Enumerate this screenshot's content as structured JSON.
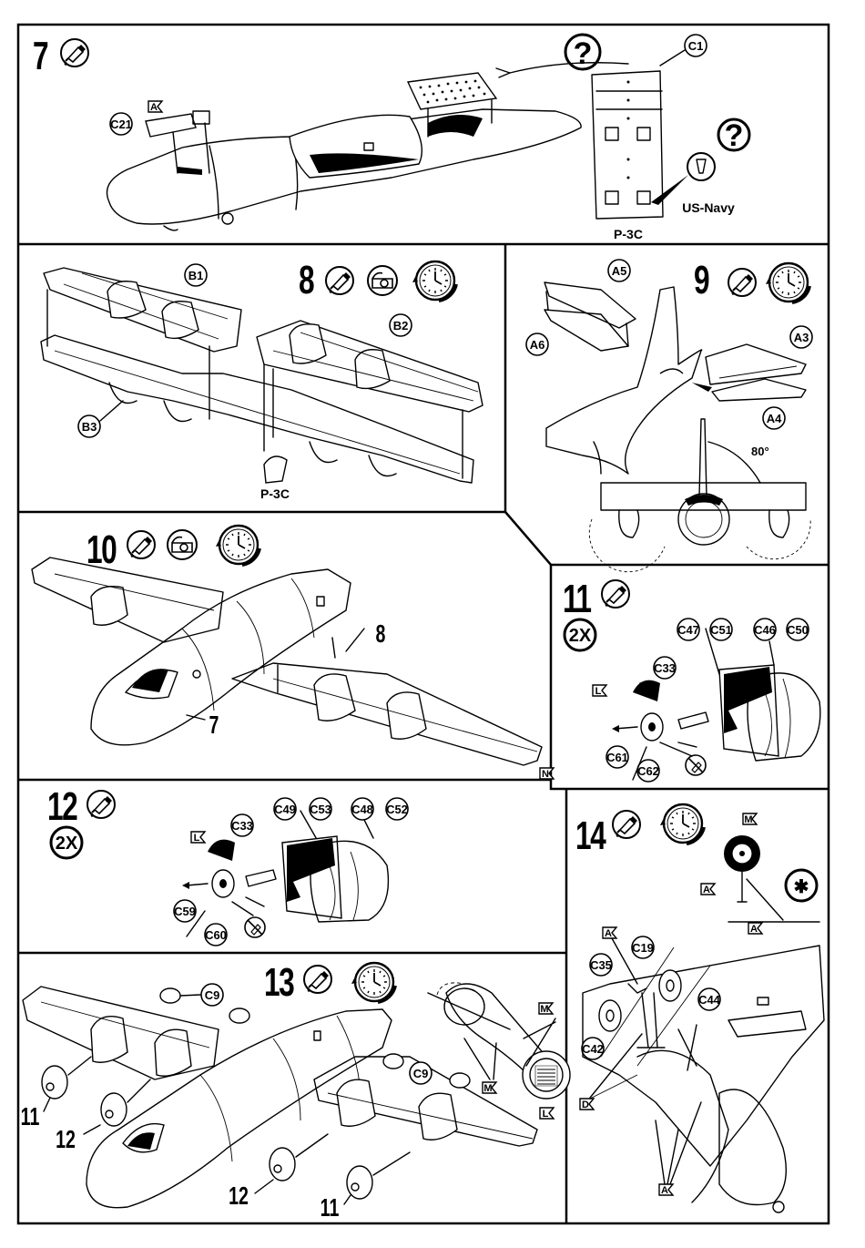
{
  "steps": {
    "s7": {
      "number": "7",
      "parts": {
        "c21": "C21",
        "c1": "C1"
      },
      "flag": "A",
      "question": "?",
      "variant": "P-3C",
      "navy": "US-Navy"
    },
    "s8": {
      "number": "8",
      "parts": {
        "b1": "B1",
        "b2": "B2",
        "b3": "B3"
      },
      "variant": "P-3C"
    },
    "s9": {
      "number": "9",
      "parts": {
        "a5": "A5",
        "a6": "A6",
        "a3": "A3",
        "a4": "A4"
      },
      "angle": "80°"
    },
    "s10": {
      "number": "10",
      "ref7": "7",
      "ref8": "8",
      "flag": "N"
    },
    "s11": {
      "number": "11",
      "times": "2X",
      "parts": {
        "c47": "C47",
        "c51": "C51",
        "c46": "C46",
        "c50": "C50",
        "c33": "C33",
        "c61": "C61",
        "c62": "C62"
      },
      "flag": "L"
    },
    "s12": {
      "number": "12",
      "times": "2X",
      "parts": {
        "c49": "C49",
        "c53": "C53",
        "c48": "C48",
        "c52": "C52",
        "c33": "C33",
        "c59": "C59",
        "c60": "C60"
      },
      "flag": "L"
    },
    "s13": {
      "number": "13",
      "parts": {
        "c9a": "C9",
        "c9b": "C9"
      },
      "refs": {
        "r11a": "11",
        "r12a": "12",
        "r12b": "12",
        "r11b": "11"
      },
      "flags": {
        "m1": "M",
        "m2": "M",
        "l": "L"
      }
    },
    "s14": {
      "number": "14",
      "parts": {
        "c19": "C19",
        "c35": "C35",
        "c44": "C44",
        "c42": "C42"
      },
      "flags": {
        "m": "M",
        "a1": "A",
        "a2": "A",
        "a3": "A",
        "d": "D",
        "a4": "A"
      },
      "star": "✱"
    }
  },
  "icons": {
    "glue": "glue-tube-icon",
    "tape": "tape-icon",
    "clock": "drying-clock-icon",
    "question": "question-icon",
    "nodrill": "no-glue-icon"
  }
}
